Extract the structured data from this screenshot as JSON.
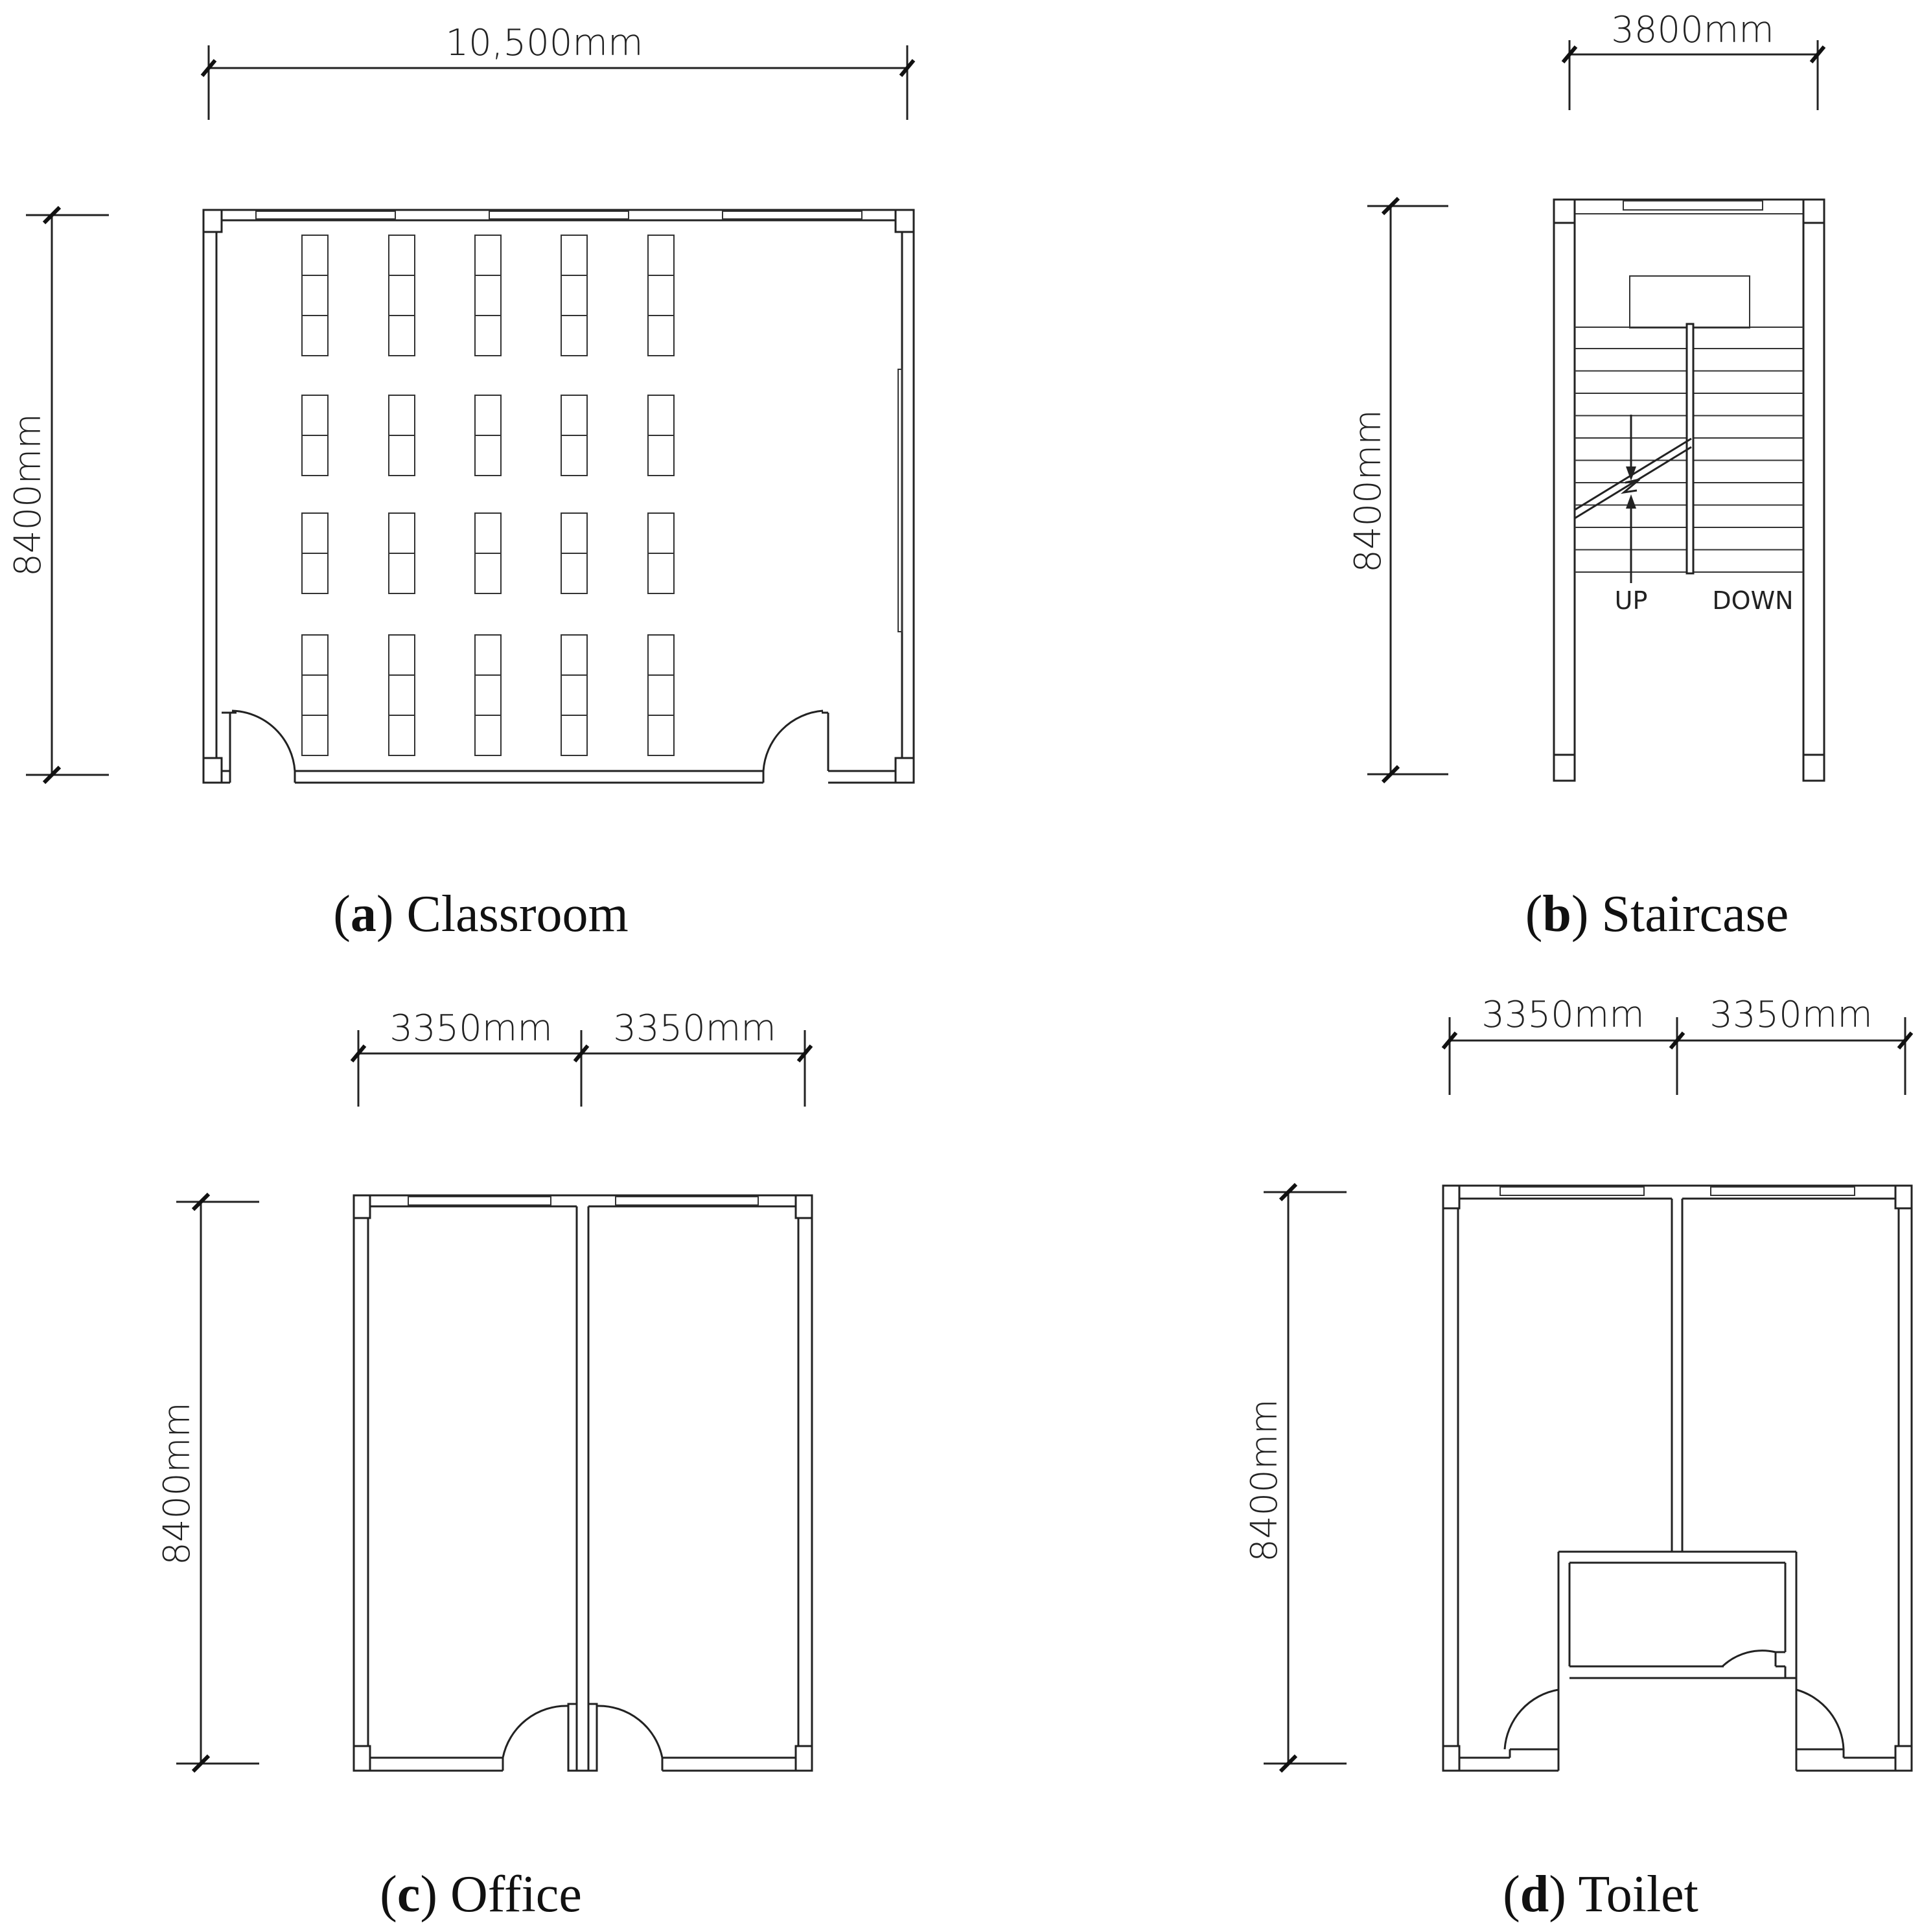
{
  "figures": [
    {
      "id": "a",
      "letter": "a",
      "title": "Classroom",
      "width_dim": "10,500mm",
      "height_dim": "8400mm"
    },
    {
      "id": "b",
      "letter": "b",
      "title": "Staircase",
      "width_dim": "3800mm",
      "height_dim": "8400mm",
      "up_label": "UP",
      "down_label": "DOWN"
    },
    {
      "id": "c",
      "letter": "c",
      "title": "Office",
      "width_dims": [
        "3350mm",
        "3350mm"
      ],
      "height_dim": "8400mm"
    },
    {
      "id": "d",
      "letter": "d",
      "title": "Toilet",
      "width_dims": [
        "3350mm",
        "3350mm"
      ],
      "height_dim": "8400mm"
    }
  ],
  "classroom_desks": {
    "columns": 5,
    "row_groups": [
      3,
      2,
      2,
      3
    ]
  }
}
